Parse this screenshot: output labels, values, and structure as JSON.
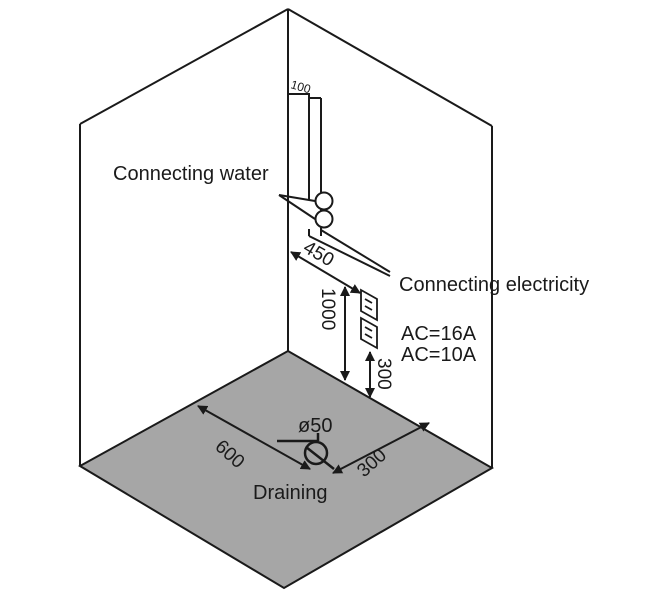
{
  "labels": {
    "connecting_water": "Connecting water",
    "connecting_electricity": "Connecting electricity",
    "ac_16": "AC=16A",
    "ac_10": "AC=10A",
    "diameter": "ø50",
    "draining": "Draining"
  },
  "dimensions": {
    "pipe_width": "100",
    "water_offset": "450",
    "socket_height": "1000",
    "socket_offset": "300",
    "drain_from_left": "600",
    "drain_from_right": "300"
  },
  "colors": {
    "floor": "#a6a6a6",
    "line": "#1a1a1a",
    "wall": "#ffffff"
  },
  "icons": {
    "socket": "electrical-socket-icon",
    "drain": "drain-icon",
    "water_outlet": "water-outlet-icon"
  }
}
